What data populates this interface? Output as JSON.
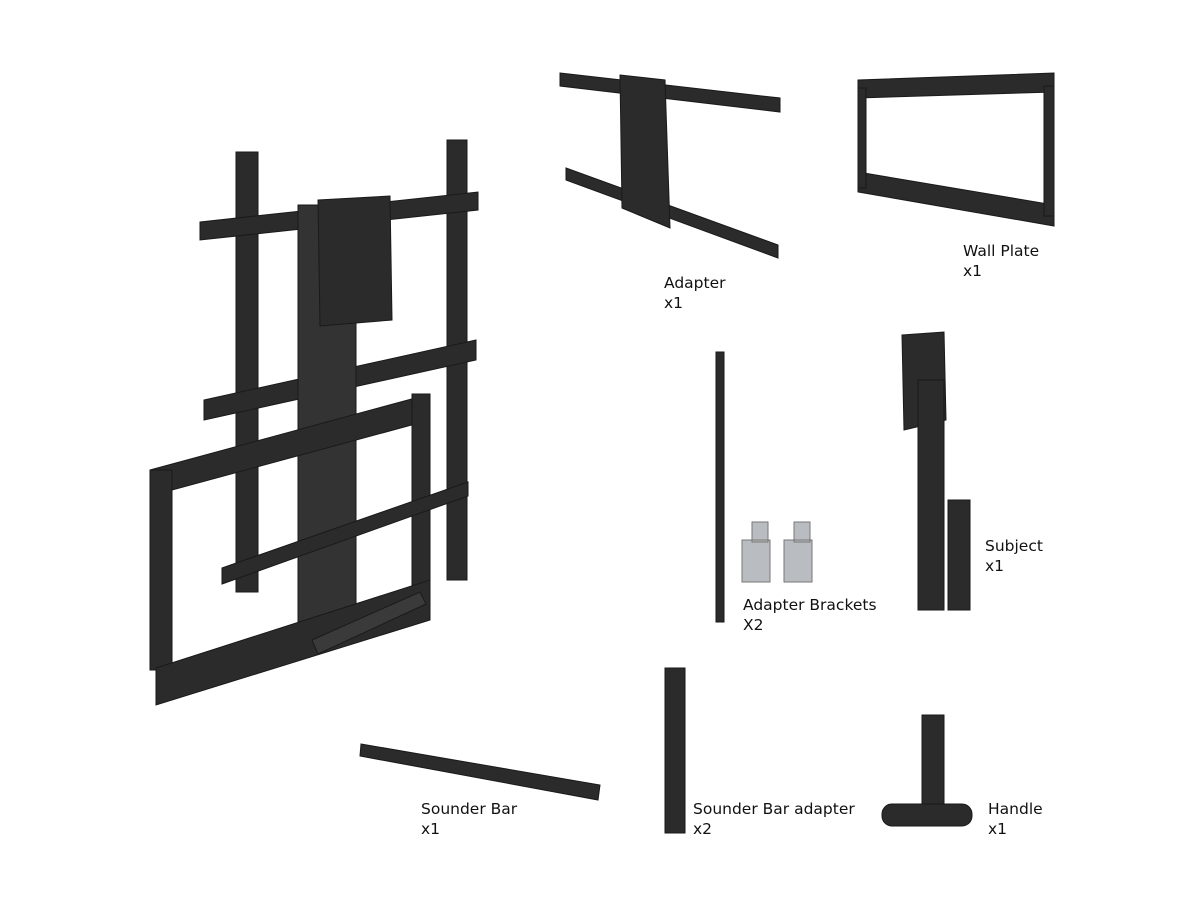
{
  "parts": [
    {
      "id": "adapter",
      "name": "Adapter",
      "qty": "x1"
    },
    {
      "id": "wall-plate",
      "name": "Wall Plate",
      "qty": "x1"
    },
    {
      "id": "subject",
      "name": "Subject",
      "qty": "x1"
    },
    {
      "id": "adapter-brackets",
      "name": "Adapter Brackets",
      "qty": "X2"
    },
    {
      "id": "sounder-bar",
      "name": "Sounder Bar",
      "qty": "x1"
    },
    {
      "id": "sounder-bar-adapter",
      "name": "Sounder Bar adapter",
      "qty": "x2"
    },
    {
      "id": "handle",
      "name": "Handle",
      "qty": "x1"
    }
  ],
  "colors": {
    "metal": "#2b2b2b",
    "metal_light": "#4a4a4a",
    "bracket": "#b9bcc0"
  }
}
